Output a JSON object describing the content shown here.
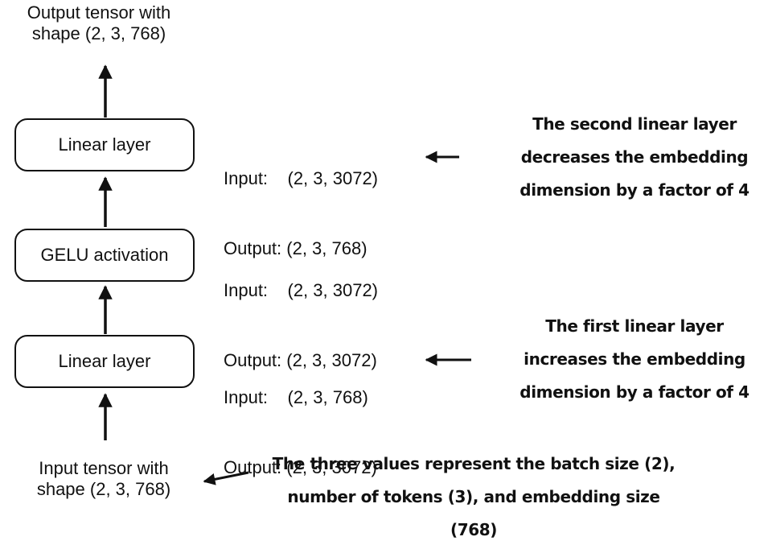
{
  "output_tensor": {
    "line1": "Output tensor with",
    "line2": "shape (2, 3, 768)"
  },
  "input_tensor": {
    "line1": "Input tensor with",
    "line2": "shape (2, 3, 768)"
  },
  "layers": {
    "linear_top": "Linear layer",
    "gelu": "GELU activation",
    "linear_bottom": "Linear layer"
  },
  "shapes": {
    "linear_top": {
      "input": "Input:    (2, 3, 3072)",
      "output": "Output: (2, 3, 768)"
    },
    "gelu": {
      "input": "Input:    (2, 3, 3072)",
      "output": "Output: (2, 3, 3072)"
    },
    "linear_bottom": {
      "input": "Input:    (2, 3, 768)",
      "output": "Output: (2, 3, 3072)"
    }
  },
  "annotations": {
    "second_layer": {
      "line1": "The second linear layer",
      "line2": "decreases the embedding",
      "line3": "dimension by a factor of 4"
    },
    "first_layer": {
      "line1": "The first linear layer",
      "line2": "increases the embedding",
      "line3": "dimension by a factor of 4"
    },
    "input_values": {
      "line1": "The three values represent the batch size (2),",
      "line2": "number of tokens (3), and embedding size",
      "line3": "(768)"
    }
  }
}
